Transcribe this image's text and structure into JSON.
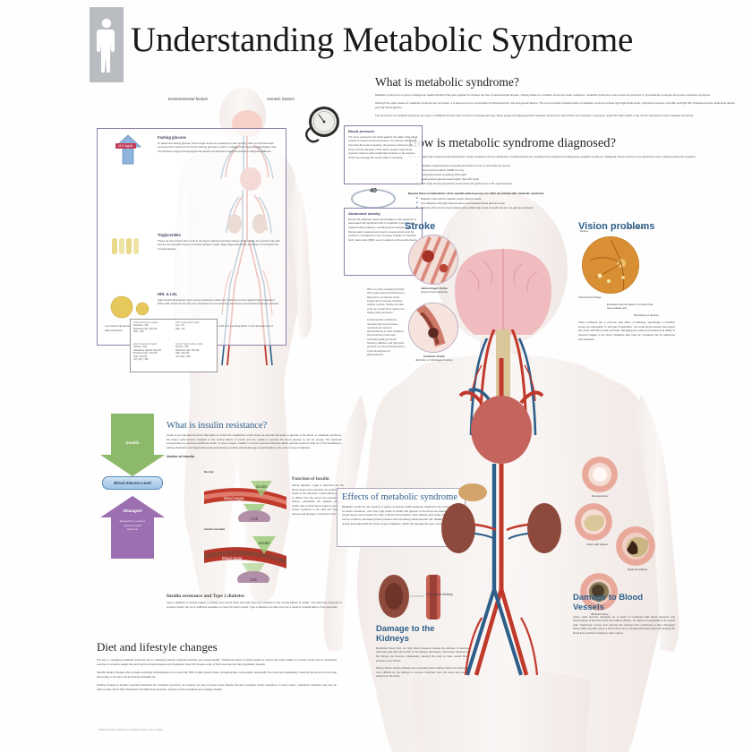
{
  "header": {
    "title": "Understanding Metabolic Syndrome",
    "logo_icon": "human-figure-icon"
  },
  "what_is": {
    "heading": "What is metabolic syndrome?",
    "paragraphs": [
      "Metabolic syndrome is a group of dangerous health disorders that work together to increase the risk of cardiovascular disease. Closely linked to a condition known as insulin resistance, metabolic syndrome is also known as syndrome X, dysmetabolic syndrome and insulin resistance syndrome.",
      "Although the exact causes of metabolic syndrome are not known, it is believed to be a combination of lifestyle/activity, diet and genetic factors. The most important characteristics of metabolic syndrome include high triglyceride levels, high blood pressure, low HDL and high LDL cholesterol levels, abdominal obesity and high blood glucose.",
      "The precursors of metabolic syndrome can begin in childhood and the risks continue to increase with age. Many people are diagnosed with metabolic syndrome in their thirties and seventies. At present, nearly 50 million adults in the US are estimated to have metabolic syndrome."
    ]
  },
  "diagnosed": {
    "heading": "How is metabolic syndrome diagnosed?",
    "intro": "Among the diagnostic measurements listed below, insulin resistance and the distribution of abdominal fat are considered key indicators for diagnosing metabolic syndrome. Additional criteria continue to be defined as more is learned about the condition.",
    "criteria": [
      "Waistline measurements exceeding 40 inches for men or 35 inches for women",
      "Blood pressure above 130/85 mm Hg",
      "Triglyceride levels exceeding 150 mg/dl",
      "Fasting blood glucose levels higher than 110 mg/dl",
      "HDL (high density lipoprotein) levels below 40 mg/dl (men) or 50 mg/dl (women)"
    ],
    "beyond_heading": "Beyond these considerations, three specific patient groups are often associated with metabolic syndrome:",
    "groups": [
      "Diabetics who cannot maintain proper glucose levels",
      "Non-diabetics with high blood pressure and elevated blood glucose levels",
      "Patients with previous heart attacks who exhibit high levels of insulin but are not glucose intolerant"
    ]
  },
  "factor_labels": {
    "environmental": "Environmental factors",
    "genetic": "Genetic factors"
  },
  "panel_left": {
    "fasting_glucose": {
      "title": "Fasting glucose",
      "badge": "110 mg/dL",
      "text": "To determine fasting glucose, blood sugar levels are measured in the morning, after no food has been consumed for a period of 12 hours. Fasting glucose is used to evaluate both hyperglycemia (higher than normal blood sugar) and hypoglycemia (below normal blood sugar) as well as to diagnose diabetes.",
      "icon": "up-arrow-icon"
    },
    "triglycerides": {
      "title": "Triglycerides",
      "text": "These are the primary form of fat in the blood, plasma and body tissues. Triglycerides are stored in fat cells and are an important source of energy between meals. High triglyceride levels are linked to increased risk of heart disease.",
      "icon": "fat-cells-icon"
    },
    "hdl_ldl": {
      "title": "HDL & LDL",
      "text_1": "High-density lipoproteins carry excess cholesterol away from cells and protect against high cholesterol. When HDL levels are too low, less cholesterol is removed from the tissues and cholesterol levels increase.",
      "text_2": "Low-density lipoproteins carry cholesterol from the liver to the body's tissues. High concentrations of LDL are a leading factor in the development of atherosclerosis.",
      "icon": "lipoprotein-particles-icon"
    }
  },
  "cholesterol_table": {
    "groups": [
      {
        "name": "Total Cholesterol",
        "unit": "mg/dL",
        "rows": [
          "Desirable: <200",
          "Borderline high: 200-239",
          "High: >240"
        ]
      },
      {
        "name": "HDL Cholesterol",
        "unit": "mg/dL",
        "rows": [
          "Low: <40",
          "High: >60"
        ]
      },
      {
        "name": "LDL Cholesterol",
        "unit": "mg/dL",
        "rows": [
          "Optimal: <100",
          "Near/above optimal: 100-129",
          "Borderline high: 130-159",
          "High: 160-189",
          "Very high: >190"
        ]
      },
      {
        "name": "Serum Triglycerides",
        "unit": "mg/dL",
        "rows": [
          "Normal: <150",
          "Borderline high: 150-199",
          "High: 200-499",
          "Very high: >500"
        ]
      }
    ]
  },
  "blood_pressure": {
    "title": "Blood pressure",
    "text": "The force exerted by the blood against the walls of the blood vessels is known as blood pressure. It is directly affected by how hard the heart is beating, the amount of blood in the body, and the diameter of the blood vessels. High blood pressure refers to abnormally high pressure in the arteries, which can damage the vessel walls if untreated.",
    "icon": "blood-pressure-gauge-icon"
  },
  "abdominal_obesity": {
    "title": "Abdominal obesity",
    "text": "Excess fat (adipose) tissue accumulation in the abdomen is associated with significant risk of metabolic syndrome and related health problems, including abnormal lipid levels. Simple waist measurement used to assess abdominal fat content is considered a more sensitive indicator of risk than body mass index (BMI), even in patients with overall obesity.",
    "icon": "measuring-tape-icon"
  },
  "insulin_resistance": {
    "heading": "What is insulin resistance?",
    "intro": "Insulin is an important hormone that helps to control the metabolism of the foods we eat and the levels of glucose in the blood. In metabolic syndrome, the body's cells become resistant to the normal effects of insulin and are unable to process the blood glucose to use for energy. The pancreas compensates by secreting additional insulin. In some people, inability to process glucose efficiently allows glucose levels to build up in the bloodstream, raising cholesterol and triglyceride levels and causing constant arterial damage as well leading to the onset of type 2 diabetes.",
    "action_head": "Action of insulin",
    "normal_label": "Normal",
    "resistant_label": "Insulin-resistant",
    "insulin_tag": "Insulin",
    "blood_tag": "Blood sugar",
    "cell_tag": "Cell",
    "function_head": "Function of insulin",
    "function_text": "During digestion, sugar is absorbed into the blood stream and stimulates the production of insulin in the pancreas. Insulin allows glucose to diffuse from the blood into essential body tissues, particularly the skeletal muscles. Insulin also controls blood sugar by promoting protein synthesis in the cells and regulating glucose and glucagon conversion in the liver.",
    "t2d_head": "Insulin resistance and Type 2 diabetes",
    "t2d_text": "Type 2 diabetes is closely related to obesity and occurs when the body becomes resistant to the normal effects of insulin. The pancreas continues to produce insulin, but not in sufficient quantities to meet the body's needs. Type 2 diabetes can also occur as a result of a partial failure of the pancreas."
  },
  "flow_diagram": {
    "insulin": "Insulin",
    "blood_glucose": "Blood Glucose Level",
    "glucagon": "Glucagon",
    "glucagon_sub": "Epinephrine, Cortisol,\nHuman Growth\nHormone"
  },
  "stroke": {
    "heading": "Stroke",
    "hemorrhagic_label": "Hemorrhagic stroke",
    "hemorrhagic_cap": "Area of burst arteriole",
    "ischemic_label": "Ischemic stroke",
    "ischemic_cap": "Embolus or blockage of artery",
    "note_1": "When an artery supplying the brain with oxygen becomes blocked by a blood clot or an deposit, blood supply can be severely restricted, causing a stroke. Strokes can also occur as a result of the rupture of a bulging artery aneurysm.",
    "note_2": "Cardiovascular insufficiency develops that heart becomes narrowed as a result of atherosclerosis or other conditions that blood flow to the brain, potentially leading to stroke. Smoking, diabetes, and high blood pressure are all contributing factors to the development of atherosclerosis."
  },
  "vision": {
    "heading": "Vision problems",
    "retina_label": "Retina",
    "healthy_label": "Healthy vessels",
    "hemorrhage_label": "Vitreal hemorrhage",
    "exudates_label": "Exudates (accumulation of protein that have leaked out)",
    "narrowing_label": "Narrowing of arteries",
    "text": "Vision problems are a common side effect of diabetes, specifically a condition known as retinopathy. In this late complication, the small blood vessels that supply the retina with blood swell and leak, damaging the retina and hindering its ability to transmit images to the brain. Diabetics also have an increased risk for glaucoma and cataracts."
  },
  "effects": {
    "heading": "Effects of metabolic syndrome",
    "text": "Metabolic syndrome can result in a variety of serious health problems. Related to the central disorder of insulin resistance, over time, high levels of insulin and glucose in the blood can damage the blood vessel linings and increase the risks of blood clot formation, heart disease and stroke. Kidney function can be impaired, decreasing blood pressure and increasing cardiovascular risk. Metabolic syndrome is closely associated with the onset of type 2 diabetes, which can damage the eyes, nerves and kidneys."
  },
  "kidneys": {
    "heading": "Damage to the Kidneys",
    "label_damaged": "Damaged kidney",
    "text_1": "Restricted blood flow: As high blood pressure causes the arteries to become narrowed and stiff, blood flow to the kidneys decreases. Hormones released by the kidney can become imbalanced, causing the body to raise overall blood pressure even further.",
    "text_2": "Kidney failure: Kidney disease can eventually lead to kidney failure as it becomes more difficult for the kidneys to remove impurities from the blood and excess waste from the body."
  },
  "vessels": {
    "heading": "Damage to Blood Vessels",
    "labels": {
      "normal": "Normal artery",
      "plaque": "Artery with plaque",
      "ruptured": "Ruptured plaque",
      "blocked": "Blocked artery"
    },
    "text": "Artery walls become damaged as a result of sustained high blood pressure and accumulation of fats that cause the walls to thicken. As calcium is deposited in the vessel wall, \"hardening\" occurs and narrows the arteries from continuing to flow. Damaged artery walls may also cause a blood clot to form, blocking the artery itself and limiting the blood flow and blood supply to other organs."
  },
  "diet": {
    "heading": "Diet and lifestyle changes",
    "paragraphs": [
      "The key to managing metabolic syndrome are in underlying causes: physical inactivity and excess weight. Treatments focus on losing weight to restore the body's ability to process insulin and on increasing exercise to enhance weight loss and improve blood pressure and cholesterol. Even 30 minutes a day of brisk exercise can have significant benefits.",
      "Specific dietary changes often include restricting carbohydrates to no more than 50% of daily calorie intake, increasing fiber consumption (especially from fruits and vegetables), reducing the amount of red meat and poultry in the diet, and increasing unhealthy fat.",
      "Quitting smoking is another important treatment for metabolic syndrome, as smoking not only promotes heart disease but also increases insulin resistance. In some cases, medication therapies may also be used to help control high cholesterol and high blood pressure, improve insulin resistance and manage obesity."
    ]
  },
  "copyright": "©2005 Scientific Publishing Ltd, Elkhart Indiana, U.S.A. #2002",
  "colors": {
    "heading_blue": "#2e5f8a",
    "panel_border": "#8f7fa8",
    "insulin_green": "#8cb96a",
    "glucagon_purple": "#9b6fb0",
    "glucose_blue": "#9dc3e6",
    "logo_gray": "#b9bdc2",
    "artery_red": "#c0392b"
  }
}
